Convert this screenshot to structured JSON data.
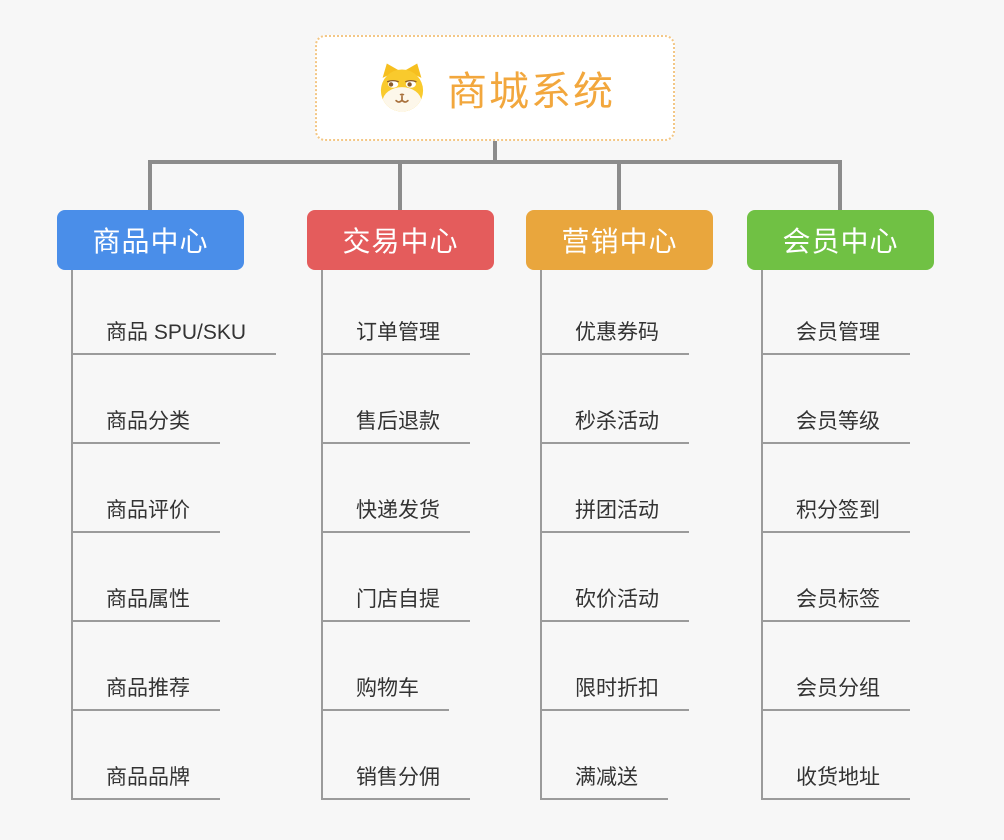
{
  "canvas": {
    "background": "#f7f7f7",
    "connector_color": "#8c8c8c",
    "underline_color": "#9b9b9b"
  },
  "root": {
    "title": "商城系统",
    "title_color": "#f2a73d",
    "border_color": "#f3c786",
    "icon": "dog-face-icon"
  },
  "branches": [
    {
      "label": "商品中心",
      "color": "#4a8ee9",
      "children": [
        "商品 SPU/SKU",
        "商品分类",
        "商品评价",
        "商品属性",
        "商品推荐",
        "商品品牌"
      ]
    },
    {
      "label": "交易中心",
      "color": "#e45c5c",
      "children": [
        "订单管理",
        "售后退款",
        "快递发货",
        "门店自提",
        "购物车",
        "销售分佣"
      ]
    },
    {
      "label": "营销中心",
      "color": "#e9a63d",
      "children": [
        "优惠券码",
        "秒杀活动",
        "拼团活动",
        "砍价活动",
        "限时折扣",
        "满减送"
      ]
    },
    {
      "label": "会员中心",
      "color": "#70c144",
      "children": [
        "会员管理",
        "会员等级",
        "积分签到",
        "会员标签",
        "会员分组",
        "收货地址"
      ]
    }
  ]
}
